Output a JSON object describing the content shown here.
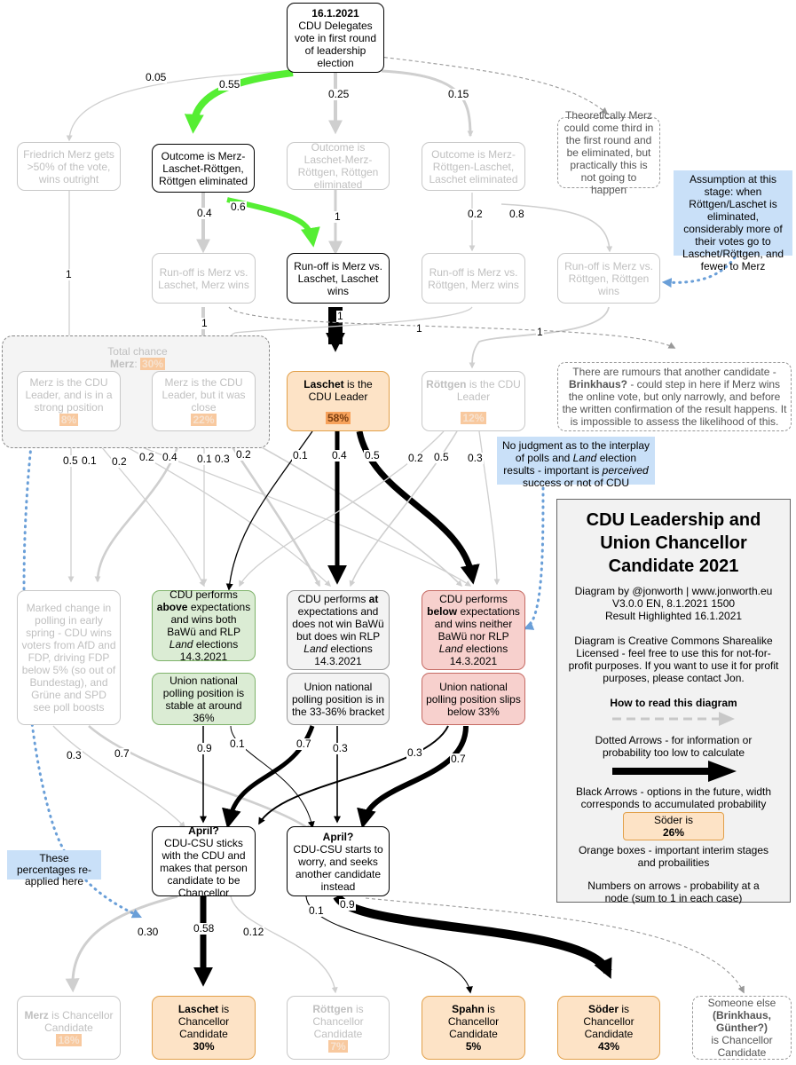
{
  "nodes": {
    "start": {
      "date": "16.1.2021",
      "text": "CDU Delegates vote in first round of leadership election"
    },
    "merz_outright": "Friedrich Merz gets >50% of the vote, wins outright",
    "out_mlr": "Outcome is Merz-Laschet-Röttgen, Röttgen eliminated",
    "out_lmr": "Outcome is Laschet-Merz-Röttgen, Röttgen eliminated",
    "out_mrl": "Outcome is Merz-Röttgen-Laschet, Laschet eliminated",
    "theoretical": "Theoretically Merz could come third in the first round and be eliminated, but practically this is not going to happen",
    "runoff_ml_merz": "Run-off is Merz vs. Laschet, Merz wins",
    "runoff_ml_laschet": "Run-off is Merz vs. Laschet, Laschet wins",
    "runoff_mr_merz": "Run-off is Merz vs. Röttgen, Merz wins",
    "runoff_mr_rottgen": "Run-off is Merz vs. Röttgen, Röttgen wins",
    "group_label": "Total chance",
    "group_merz": "Merz",
    "group_pct": "30%",
    "merz_strong": "Merz is the CDU Leader, and is in a strong position",
    "merz_strong_pct": "8%",
    "merz_close": "Merz is the CDU Leader, but it was close",
    "merz_close_pct": "22%",
    "laschet_leader_name": "Laschet",
    "laschet_leader_rest": "is the CDU Leader",
    "laschet_leader_pct": "58%",
    "rottgen_leader_name": "Röttgen",
    "rottgen_leader_rest": "is the CDU Leader",
    "rottgen_leader_pct": "12%",
    "rumours": {
      "a": "There are rumours that another candidate -",
      "b": "Brinkhaus?",
      "c": "- could step in here if Merz wins the online vote, but only narrowly, and before the written confirmation of the result happens. It is impossible to assess the likelihood of this."
    },
    "polling_change": "Marked change in polling in early spring - CDU wins voters from AfD and FDP, driving FDP below 5% (so out of Bundestag), and Grüne and SPD see poll boosts",
    "above": {
      "a": "CDU performs",
      "b": "above",
      "c": "expectations and wins both BaWü and RLP",
      "d": "Land",
      "e": "elections 14.3.2021"
    },
    "at": {
      "a": "CDU performs",
      "b": "at",
      "c": "expectations and does not win BaWü but does win RLP",
      "d": "Land",
      "e": "elections 14.3.2021"
    },
    "below": {
      "a": "CDU performs",
      "b": "below",
      "c": "expectations and wins neither BaWü nor RLP",
      "d": "Land",
      "e": "elections 14.3.2021"
    },
    "poll_stable": "Union national polling position is stable at around 36%",
    "poll_bracket": "Union national polling position is in the 33-36% bracket",
    "poll_slips": "Union national polling position slips below 33%",
    "april_sticks": {
      "q": "April?",
      "t": "CDU-CSU sticks with the CDU and makes that person candidate to be Chancellor"
    },
    "april_worry": {
      "q": "April?",
      "t": "CDU-CSU starts to worry, and seeks another candidate instead"
    },
    "cand_merz": {
      "name": "Merz",
      "rest": "is Chancellor Candidate",
      "pct": "18%"
    },
    "cand_laschet": {
      "name": "Laschet",
      "rest": "is Chancellor Candidate",
      "pct": "30%"
    },
    "cand_rottgen": {
      "name": "Röttgen",
      "rest": "is Chancellor Candidate",
      "pct": "7%"
    },
    "cand_spahn": {
      "name": "Spahn",
      "rest": "is Chancellor Candidate",
      "pct": "5%"
    },
    "cand_soder": {
      "name": "Söder",
      "rest": "is Chancellor Candidate",
      "pct": "43%"
    },
    "cand_else": {
      "a": "Someone else",
      "b": "(Brinkhaus, Günther?)",
      "c": "is Chancellor Candidate"
    }
  },
  "notes": {
    "assumption": "Assumption at this stage: when Röttgen/Laschet is eliminated, considerably more of their votes go to Laschet/Röttgen, and fewer to Merz",
    "judgment": {
      "a": "No judgment as to the interplay of polls and",
      "b": "Land",
      "c": "election results - important is",
      "d": "perceived",
      "e": "success or not of CDU"
    },
    "reapplied": "These percentages re-applied here"
  },
  "edge_labels": {
    "e_005": "0.05",
    "e_055": "0.55",
    "e_025": "0.25",
    "e_015": "0.15",
    "e_04a": "0.4",
    "e_06": "0.6",
    "e_1a": "1",
    "e_02a": "0.2",
    "e_08": "0.8",
    "e_1b": "1",
    "e_1c": "1",
    "e_1d": "1",
    "e_1e": "1",
    "e_1f": "1",
    "e_05a": "0.5",
    "e_01a": "0.1",
    "e_02b": "0.2",
    "e_02c": "0.2",
    "e_04b": "0.4",
    "e_01b": "0.1",
    "e_03a": "0.3",
    "e_02d": "0.2",
    "e_01c": "0.1",
    "e_04c": "0.4",
    "e_05b": "0.5",
    "e_02e": "0.2",
    "e_05c": "0.5",
    "e_03b": "0.3",
    "e_03c": "0.3",
    "e_07a": "0.7",
    "e_09a": "0.9",
    "e_01d": "0.1",
    "e_07b": "0.7",
    "e_03d": "0.3",
    "e_03e": "0.3",
    "e_07c": "0.7",
    "e_030": "0.30",
    "e_058": "0.58",
    "e_012": "0.12",
    "e_01e": "0.1",
    "e_09b": "0.9"
  },
  "legend": {
    "title": "CDU Leadership and Union Chancellor Candidate 2021",
    "credit": "Diagram by @jonworth | www.jonworth.eu",
    "version": "V3.0.0 EN, 8.1.2021 1500",
    "result": "Result Highlighted 16.1.2021",
    "license": "Diagram is Creative Commons Sharealike Licensed - feel free to use this for not-for-profit purposes. If you want to use it for profit purposes, please contact Jon.",
    "how_to": "How to read this diagram",
    "dotted": "Dotted Arrows - for information or probability too low to calculate",
    "black": "Black Arrows - options in the future, width corresponds to accumulated probability",
    "soder_sample_name": "Söder is",
    "soder_sample_pct": "26%",
    "orange": "Orange boxes - important interim stages and probailities",
    "numbers": "Numbers on arrows - probability at a node (sum to 1 in each case)"
  },
  "colors": {
    "highlight": "#55ee33",
    "orange_fill": "#fde3c6",
    "green_fill": "#dbecd4",
    "red_fill": "#f7d0cd",
    "note_blue": "#c9e0f8",
    "pct_orange": "#f7a25b"
  }
}
